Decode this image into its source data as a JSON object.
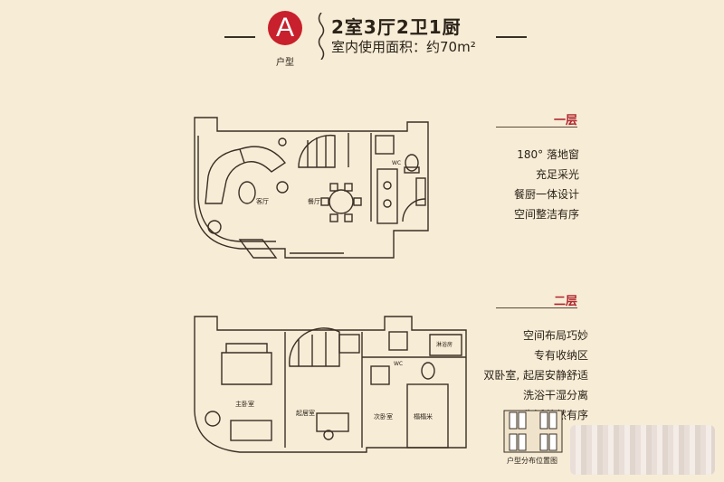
{
  "header": {
    "badge_letter": "A",
    "badge_caption": "户型",
    "title": "2室3厅2卫1厨",
    "subtitle": "室内使用面积：约70m²"
  },
  "floor1": {
    "label": "一层",
    "features": [
      "180° 落地窗",
      "充足采光",
      "餐厨一体设计",
      "空间整洁有序"
    ],
    "rooms": {
      "living": "客厅",
      "dining": "餐厅",
      "wc": "WC"
    }
  },
  "floor2": {
    "label": "二层",
    "features": [
      "空间布局巧妙",
      "专有收纳区",
      "双卧室, 起居安静舒适",
      "洗浴干湿分离",
      "生活井然有序"
    ],
    "rooms": {
      "master": "主卧室",
      "lounge": "起居室",
      "second": "次卧室",
      "tatami": "榻榻米",
      "wc": "WC",
      "shower": "淋浴房"
    }
  },
  "location": {
    "caption": "户型分布位置图"
  },
  "colors": {
    "background": "#f7ecd6",
    "accent": "#c8202c",
    "ink": "#3a2f24"
  }
}
